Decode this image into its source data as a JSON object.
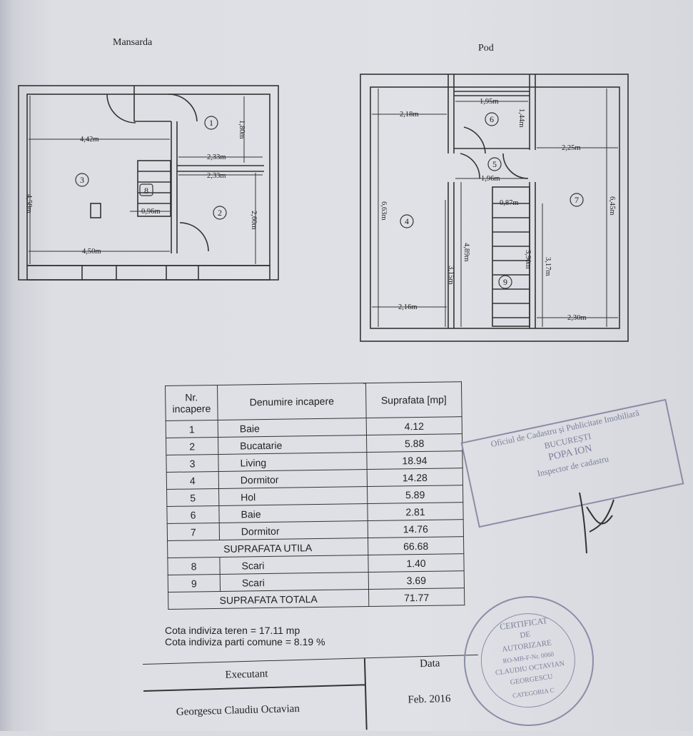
{
  "mansarda": {
    "title": "Mansarda",
    "dims": [
      "4,42m",
      "4,58m",
      "1,80m",
      "2,33m",
      "2,33m",
      "2,60m",
      "0,96m",
      "4,50m"
    ],
    "rooms": [
      "1",
      "2",
      "3",
      "8"
    ]
  },
  "pod": {
    "title": "Pod",
    "dims": [
      "2,18m",
      "1,95m",
      "1,44m",
      "2,25m",
      "1,96m",
      "0,87m",
      "6,63m",
      "4,89m",
      "3,15m",
      "3,90m",
      "3,17m",
      "6,45m",
      "2,16m",
      "2,30m"
    ],
    "rooms": [
      "4",
      "5",
      "6",
      "7",
      "9"
    ]
  },
  "table": {
    "headers": [
      "Nr. incapere",
      "Denumire incapere",
      "Suprafata [mp]"
    ],
    "rows": [
      {
        "nr": "1",
        "name": "Baie",
        "area": "4.12"
      },
      {
        "nr": "2",
        "name": "Bucatarie",
        "area": "5.88"
      },
      {
        "nr": "3",
        "name": "Living",
        "area": "18.94"
      },
      {
        "nr": "4",
        "name": "Dormitor",
        "area": "14.28"
      },
      {
        "nr": "5",
        "name": "Hol",
        "area": "5.89"
      },
      {
        "nr": "6",
        "name": "Baie",
        "area": "2.81"
      },
      {
        "nr": "7",
        "name": "Dormitor",
        "area": "14.76"
      }
    ],
    "utila": {
      "label": "SUPRAFATA UTILA",
      "area": "66.68"
    },
    "rows2": [
      {
        "nr": "8",
        "name": "Scari",
        "area": "1.40"
      },
      {
        "nr": "9",
        "name": "Scari",
        "area": "3.69"
      }
    ],
    "totala": {
      "label": "SUPRAFATA TOTALA",
      "area": "71.77"
    }
  },
  "cota": {
    "teren": "Cota indiviza teren = 17.11 mp",
    "comune": "Cota indiviza parti comune = 8.19 %"
  },
  "executant": {
    "label": "Executant",
    "name": "Georgescu Claudiu Octavian",
    "data_label": "Data",
    "date": "Feb. 2016"
  },
  "stamp_rect": {
    "line1": "Oficiul de Cadastru și Publicitate Imobiliară",
    "line2": "BUCUREȘTI",
    "line3": "POPA ION",
    "line4": "Inspector de cadastru"
  },
  "stamp_round": {
    "line1": "CERTIFICAT",
    "line2": "DE",
    "line3": "AUTORIZARE",
    "line4": "RO-MB-F-Nr. 0060",
    "line5": "CLAUDIU OCTAVIAN",
    "line6": "GEORGESCU",
    "ring": "CATEGORIA C"
  }
}
